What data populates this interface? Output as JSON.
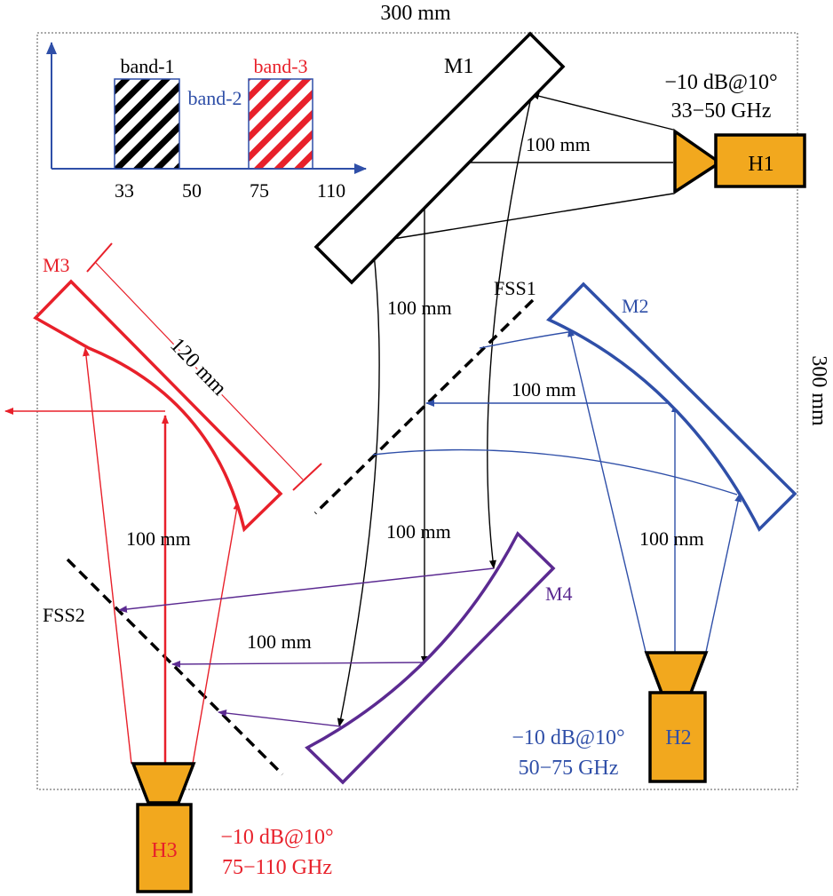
{
  "dimensions": {
    "width_label": "300 mm",
    "height_label": "300 mm"
  },
  "inset": {
    "band1_label": "band-1",
    "band2_label": "band-2",
    "band3_label": "band-3",
    "ticks": [
      "33",
      "50",
      "75",
      "110"
    ]
  },
  "mirrors": {
    "m1": "M1",
    "m2": "M2",
    "m3": "M3",
    "m4": "M4"
  },
  "fss": {
    "fss1": "FSS1",
    "fss2": "FSS2"
  },
  "horns": {
    "h1": {
      "label": "H1",
      "spec": "−10 dB@10°",
      "band": "33−50 GHz"
    },
    "h2": {
      "label": "H2",
      "spec": "−10 dB@10°",
      "band": "50−75 GHz"
    },
    "h3": {
      "label": "H3",
      "spec": "−10 dB@10°",
      "band": "75−110 GHz"
    }
  },
  "distances": {
    "d_h1": "100 mm",
    "d_m1_down": "100 mm",
    "d_fss1": "100 mm",
    "d_m1_lower": "100 mm",
    "d_h2": "100 mm",
    "d_h3": "100 mm",
    "d_m4": "100 mm",
    "m3_length": "120 mm"
  },
  "colors": {
    "black": "#000000",
    "blue": "#2f4fa8",
    "red": "#e8202a",
    "purple": "#5b2a91",
    "horn": "#f2a81e"
  }
}
